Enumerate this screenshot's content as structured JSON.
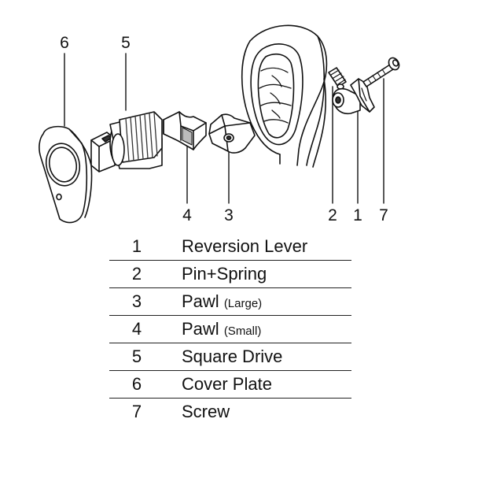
{
  "callouts": {
    "cover_plate": "6",
    "square_drive": "5",
    "pawl_small": "4",
    "pawl_large": "3",
    "pin_spring": "2",
    "reversion_lever": "1",
    "screw": "7"
  },
  "parts": [
    {
      "num": "1",
      "name": "Reversion Lever",
      "note": ""
    },
    {
      "num": "2",
      "name": "Pin+Spring",
      "note": ""
    },
    {
      "num": "3",
      "name": "Pawl",
      "note": "(Large)"
    },
    {
      "num": "4",
      "name": "Pawl",
      "note": "(Small)"
    },
    {
      "num": "5",
      "name": "Square Drive",
      "note": ""
    },
    {
      "num": "6",
      "name": "Cover Plate",
      "note": ""
    },
    {
      "num": "7",
      "name": "Screw",
      "note": ""
    }
  ],
  "colors": {
    "line": "#111111",
    "fill": "#ffffff",
    "shade": "#9a9a9a",
    "dark": "#555555"
  }
}
